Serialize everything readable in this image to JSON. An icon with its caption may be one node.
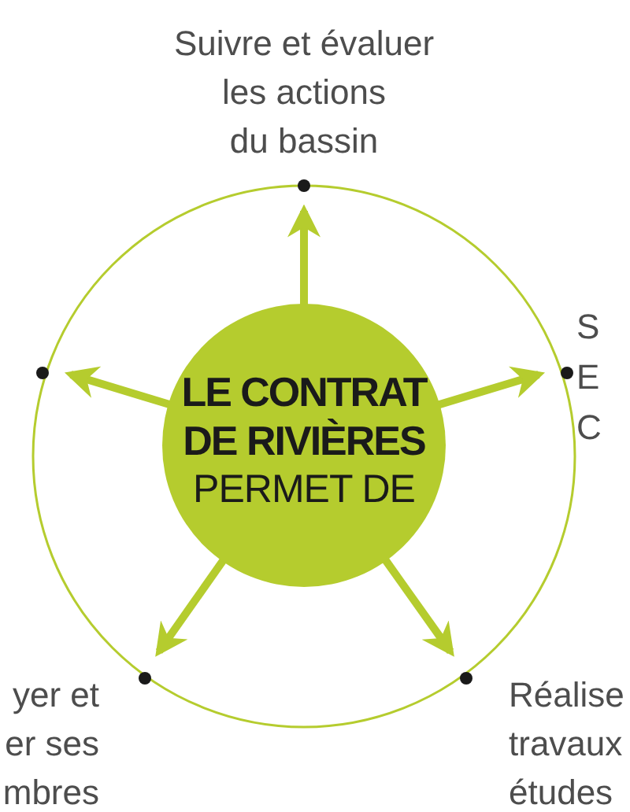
{
  "diagram": {
    "nodes": [
      {
        "text": [
          "LE CONTRAT DE RIVIÈRES",
          "PERMET DE"
        ]
      },
      {
        "text": [
          "Suivre et évaluer les actions du bassin"
        ]
      },
      {
        "text": [
          "S E C"
        ]
      },
      {
        "text": [
          "Réalise travaux études"
        ]
      },
      {
        "text": [
          "yer et er ses mbres"
        ]
      }
    ],
    "edges": [
      {
        "from": 0,
        "to": 1,
        "arrow": "to"
      },
      {
        "from": 0,
        "to": 2,
        "arrow": "to"
      },
      {
        "from": 0,
        "to": 3,
        "arrow": "to"
      },
      {
        "from": 0,
        "to": 4,
        "arrow": "to"
      },
      {
        "from": 0,
        "to": null,
        "arrow": "to"
      }
    ]
  }
}
